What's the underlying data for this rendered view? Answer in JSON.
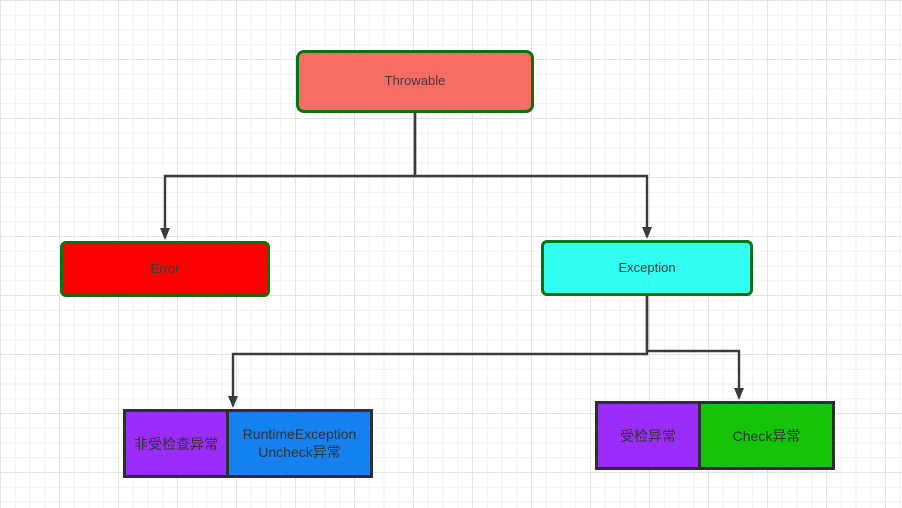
{
  "canvas": {
    "background": "#ffffff",
    "grid_minor_color": "#f1f1f1",
    "grid_major_color": "#e4e4e4"
  },
  "diagram": {
    "connector_color": "#3b3b3b",
    "nodes": {
      "throwable": {
        "label": "Throwable",
        "fill": "#f96c66",
        "border": "#0d720d"
      },
      "error": {
        "label": "Error",
        "fill": "#fe0000",
        "border": "#0d720d"
      },
      "exception": {
        "label": "Exception",
        "fill": "#30fff2",
        "border": "#0d720d"
      },
      "unchecked": {
        "label": "非受检查异常",
        "fill": "#9b2dfa",
        "border": "#2e2e2e"
      },
      "runtime": {
        "line1": "RuntimeException",
        "line2": "Uncheck异常",
        "fill": "#1580f0",
        "border": "#2e2e2e"
      },
      "checked": {
        "label": "受检异常",
        "fill": "#9b2dfa",
        "border": "#2e2e2e"
      },
      "check": {
        "label": "Check异常",
        "fill": "#13c40a",
        "border": "#2e2e2e"
      }
    },
    "edges": [
      {
        "from": "Throwable",
        "to": "Error"
      },
      {
        "from": "Throwable",
        "to": "Exception"
      },
      {
        "from": "Exception",
        "to": "RuntimeException Uncheck异常"
      },
      {
        "from": "Exception",
        "to": "Check异常"
      }
    ]
  }
}
